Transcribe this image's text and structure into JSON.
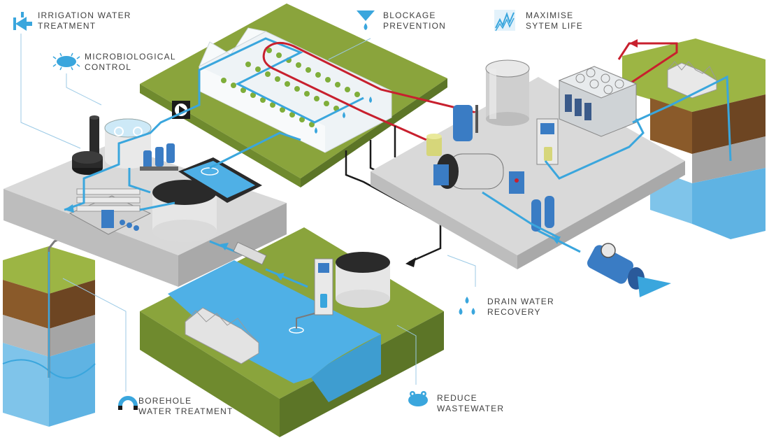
{
  "labels": {
    "irrigation": {
      "line1": "IRRIGATION WATER",
      "line2": "TREATMENT",
      "icon": "valve-icon"
    },
    "microbiological": {
      "line1": "MICROBIOLOGICAL",
      "line2": "CONTROL",
      "icon": "bacteria-icon"
    },
    "blockage": {
      "line1": "BLOCKAGE",
      "line2": "PREVENTION",
      "icon": "drop-funnel-icon"
    },
    "system_life": {
      "line1": "MAXIMISE",
      "line2": "SYTEM LIFE",
      "icon": "graph-lines-icon"
    },
    "drain_recovery": {
      "line1": "DRAIN WATER",
      "line2": "RECOVERY",
      "icon": "recycle-drops-icon"
    },
    "borehole": {
      "line1": "BOREHOLE",
      "line2": "WATER TREATMENT",
      "icon": "magnet-icon"
    },
    "wastewater": {
      "line1": "REDUCE",
      "line2": "WASTEWATER",
      "icon": "frog-icon"
    }
  },
  "colors": {
    "accent_blue": "#3aa6dd",
    "hot_red": "#c8202e",
    "drain_black": "#1a1a1a",
    "grass": "#8aa43c",
    "slab": "#d7d7d7",
    "soil": "#8a5a2a",
    "water": "#6cc0ea"
  }
}
